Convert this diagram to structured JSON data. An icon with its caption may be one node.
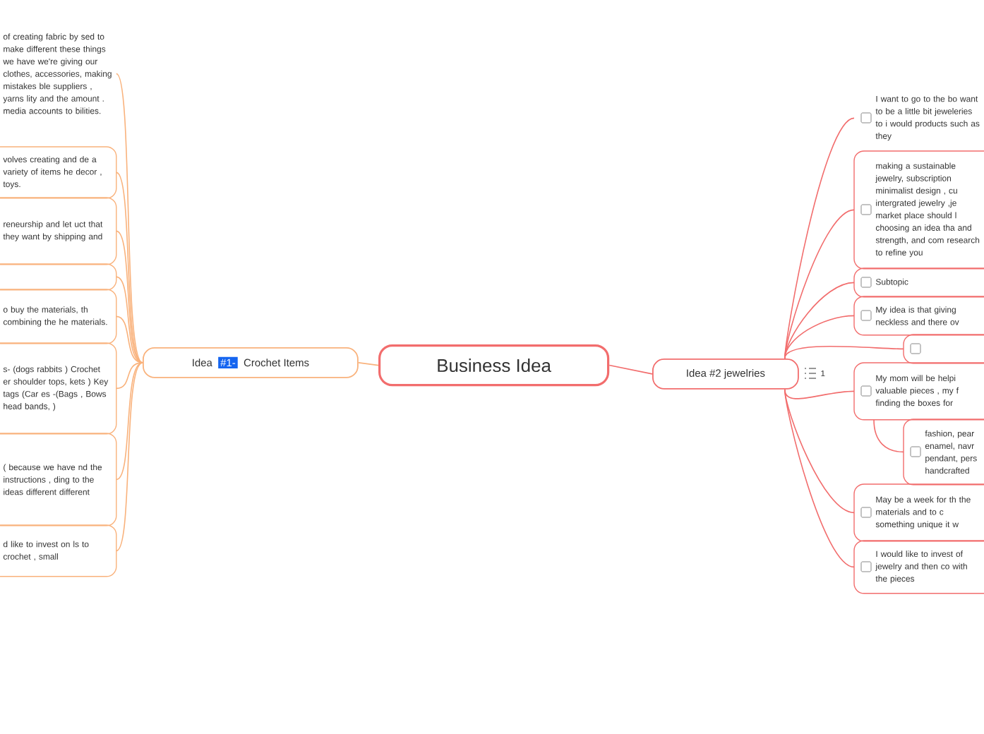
{
  "diagram": {
    "nodes": [
      {
        "text": [
          "Business Idea"
        ]
      },
      {
        "text": [
          "Idea",
          "#1-",
          "Crochet Items"
        ]
      },
      {
        "text": [
          "of creating fabric by sed to make different these things we have we're giving our clothes, accessories, making mistakes ble suppliers , yarns lity and the amount . media accounts to bilities."
        ]
      },
      {
        "text": [
          "volves creating and de a variety of items he decor , toys."
        ]
      },
      {
        "text": [
          "reneurship and let uct that they want by shipping and"
        ]
      },
      {
        "text": [],
        "shape": "box"
      },
      {
        "text": [
          "o buy the materials, th combining the he materials."
        ]
      },
      {
        "text": [
          "s- (dogs rabbits ) Crochet er shoulder tops, kets ) Key tags (Car es -(Bags , Bows head bands, )"
        ]
      },
      {
        "text": [
          "( because we have nd the instructions , ding to the ideas different different"
        ]
      },
      {
        "text": [
          "d like to invest on ls to crochet , small"
        ]
      },
      {
        "text": [
          "Idea #2 jewelries"
        ],
        "beside": [
          "1"
        ]
      },
      {
        "text": [
          "I want to go to the bo want to be a little bit jeweleries to i would products such as they"
        ]
      },
      {
        "text": [
          "making a sustainable jewelry, subscription minimalist design , cu intergrated jewelry ,je market place should l choosing an idea tha and strength, and com research to refine you"
        ]
      },
      {
        "text": [
          "Subtopic"
        ]
      },
      {
        "text": [
          "My idea is that giving neckless and there ov"
        ]
      },
      {
        "text": [],
        "shape": "box"
      },
      {
        "text": [
          "My mom will be helpi valuable pieces , my f finding the boxes for"
        ]
      },
      {
        "text": [
          "fashion, pear enamel, navr pendant, pers handcrafted"
        ]
      },
      {
        "text": [
          "May be a week for th the materials and to c something unique it w"
        ]
      },
      {
        "text": [
          "I would like to invest of jewelry and then co with the pieces"
        ]
      }
    ],
    "edges": [
      {
        "from": 0,
        "to": 1,
        "arrow": "none"
      },
      {
        "from": 0,
        "to": 10,
        "arrow": "none",
        "color": "#f26d6d"
      },
      {
        "from": 1,
        "to": 2,
        "arrow": "none"
      },
      {
        "from": 1,
        "to": 3,
        "arrow": "none"
      },
      {
        "from": 1,
        "to": 4,
        "arrow": "none"
      },
      {
        "from": 1,
        "to": 5,
        "arrow": "none"
      },
      {
        "from": 1,
        "to": 6,
        "arrow": "none"
      },
      {
        "from": 1,
        "to": 7,
        "arrow": "none"
      },
      {
        "from": 1,
        "to": 8,
        "arrow": "none"
      },
      {
        "from": 1,
        "to": 9,
        "arrow": "none"
      },
      {
        "from": 10,
        "to": 11,
        "arrow": "none",
        "color": "#f26d6d"
      },
      {
        "from": 10,
        "to": 12,
        "arrow": "none",
        "color": "#f26d6d"
      },
      {
        "from": 10,
        "to": 13,
        "arrow": "none",
        "color": "#f26d6d"
      },
      {
        "from": 10,
        "to": 14,
        "arrow": "none",
        "color": "#f26d6d"
      },
      {
        "from": 10,
        "to": 15,
        "arrow": "none",
        "color": "#f26d6d"
      },
      {
        "from": 10,
        "to": 16,
        "arrow": "none",
        "color": "#f26d6d"
      },
      {
        "from": 16,
        "to": 17,
        "arrow": "none",
        "color": "#f26d6d"
      },
      {
        "from": 10,
        "to": 18,
        "arrow": "none",
        "color": "#f26d6d"
      },
      {
        "from": 10,
        "to": 19,
        "arrow": "none",
        "color": "#f26d6d"
      }
    ]
  }
}
